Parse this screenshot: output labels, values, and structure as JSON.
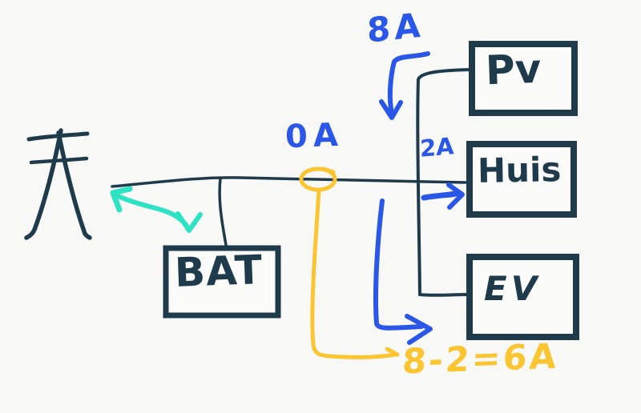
{
  "colors": {
    "background": "#f8f8f7",
    "ink": "#1e3a4b",
    "blue": "#2b57e8",
    "teal": "#2ee3c4",
    "yellow": "#fbc531",
    "box_fill": "#fbfbfa"
  },
  "nodes": {
    "bat": {
      "label": "BAT"
    },
    "pv": {
      "label": "Pv"
    },
    "huis": {
      "label": "Huis"
    },
    "ev": {
      "label": "EV"
    }
  },
  "annotations": {
    "pv_flow": {
      "text": "8A",
      "color": "#2b57e8"
    },
    "grid_flow": {
      "text": "0A",
      "color": "#2b57e8"
    },
    "huis_flow": {
      "text": "2A",
      "color": "#2b57e8"
    },
    "ev_flow": {
      "text": "8-2=6A",
      "color": "#fbc531"
    }
  },
  "icons": {
    "pylon": "power-pylon-icon",
    "clamp": "current-clamp-loop-icon",
    "grid_battery": "bidirectional-arrow-icon"
  }
}
